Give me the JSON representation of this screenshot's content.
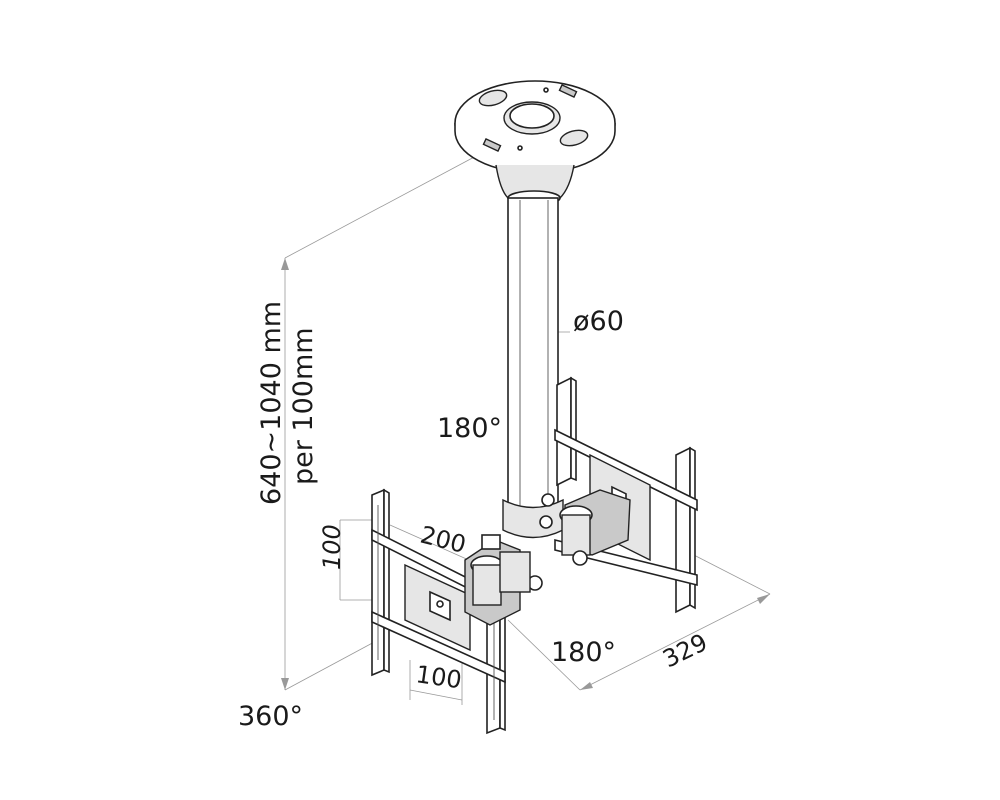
{
  "diagram": {
    "labels": {
      "height_range": "640~1040 mm",
      "height_step": "per 100mm",
      "tube_diameter": "ø60",
      "tilt_upper": "180°",
      "swivel_lower": "180°",
      "rotation": "360°",
      "vesa_width": "200",
      "vesa_height": "100",
      "vesa_width_small": "100",
      "depth": "329"
    },
    "colors": {
      "line": "#222222",
      "dimension_line": "#999999",
      "fill_light": "#e6e6e6",
      "fill_mid": "#c9c9c9"
    }
  }
}
